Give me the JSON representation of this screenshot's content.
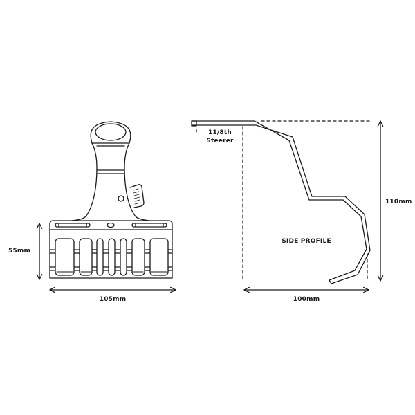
{
  "figure": {
    "type": "technical-dimension-drawing",
    "colors": {
      "line": "#1a1a1a",
      "background": "#ffffff"
    }
  },
  "front_view": {
    "height_label": "55mm",
    "width_label": "105mm"
  },
  "side_view": {
    "title": "SIDE PROFILE",
    "steerer_label_line1": "11/8th",
    "steerer_label_line2": "Steerer",
    "height_label": "110mm",
    "width_label": "100mm"
  }
}
